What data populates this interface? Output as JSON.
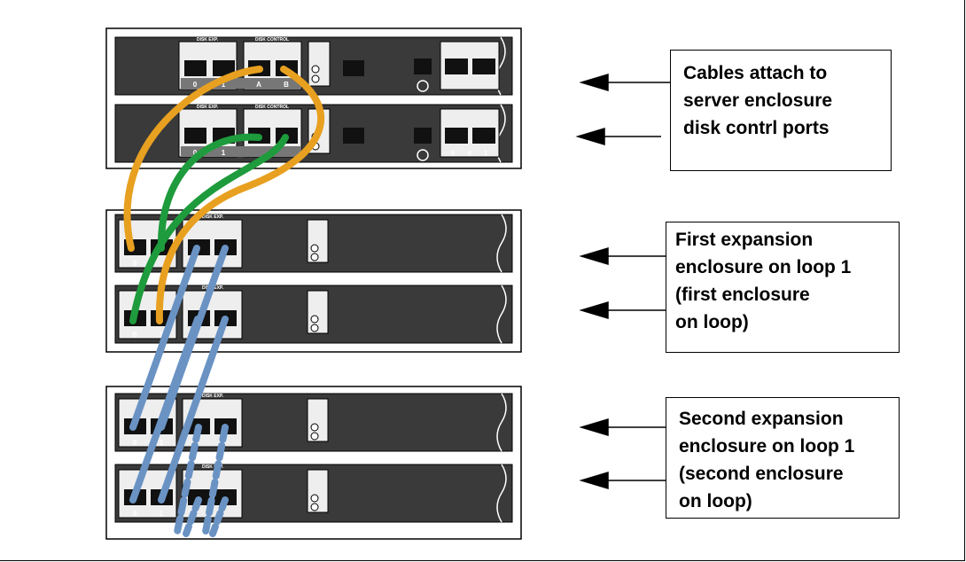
{
  "callouts": [
    {
      "text": "Cables attach to\nserver enclosure\ndisk contrl ports"
    },
    {
      "text": "First expansion\nenclosure on loop 1\n(first enclosure\non loop)"
    },
    {
      "text": "Second expansion\nenclosure on loop 1\n(second enclosure\non loop)"
    }
  ],
  "server": {
    "group_disk_exp": "DISK EXP.",
    "group_disk_contrl": "DISK CONTROL",
    "top_port_labels": [
      "0",
      "1",
      "A",
      "B"
    ],
    "bottom_port_labels": [
      "0",
      "1"
    ],
    "right_port_labels": [
      "0",
      "0",
      "1"
    ]
  },
  "expansion": {
    "group_label": "DISK EXP.",
    "port_labels": [
      "0",
      "1"
    ]
  },
  "colors": {
    "orange_cable": "#E8A020",
    "green_cable": "#1E9B3C",
    "blue_cable": "#6A93C4",
    "chassis": "#3A3A3A"
  }
}
